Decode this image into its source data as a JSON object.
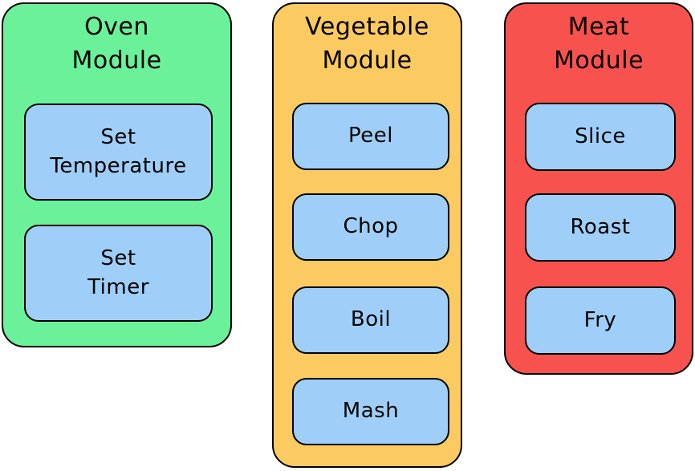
{
  "page": {
    "background": "#ffffff",
    "border_color": "#000000",
    "text_color": "#000000",
    "button_fill": "#9FCFF8"
  },
  "modules": [
    {
      "id": "oven",
      "title": "Oven\nModule",
      "fill": "#6BF19A",
      "buttons": [
        {
          "label": "Set\nTemperature"
        },
        {
          "label": "Set\nTimer"
        }
      ]
    },
    {
      "id": "vegetable",
      "title": "Vegetable\nModule",
      "fill": "#FBCA61",
      "buttons": [
        {
          "label": "Peel"
        },
        {
          "label": "Chop"
        },
        {
          "label": "Boil"
        },
        {
          "label": "Mash"
        }
      ]
    },
    {
      "id": "meat",
      "title": "Meat\nModule",
      "fill": "#F8524E",
      "buttons": [
        {
          "label": "Slice"
        },
        {
          "label": "Roast"
        },
        {
          "label": "Fry"
        }
      ]
    }
  ]
}
